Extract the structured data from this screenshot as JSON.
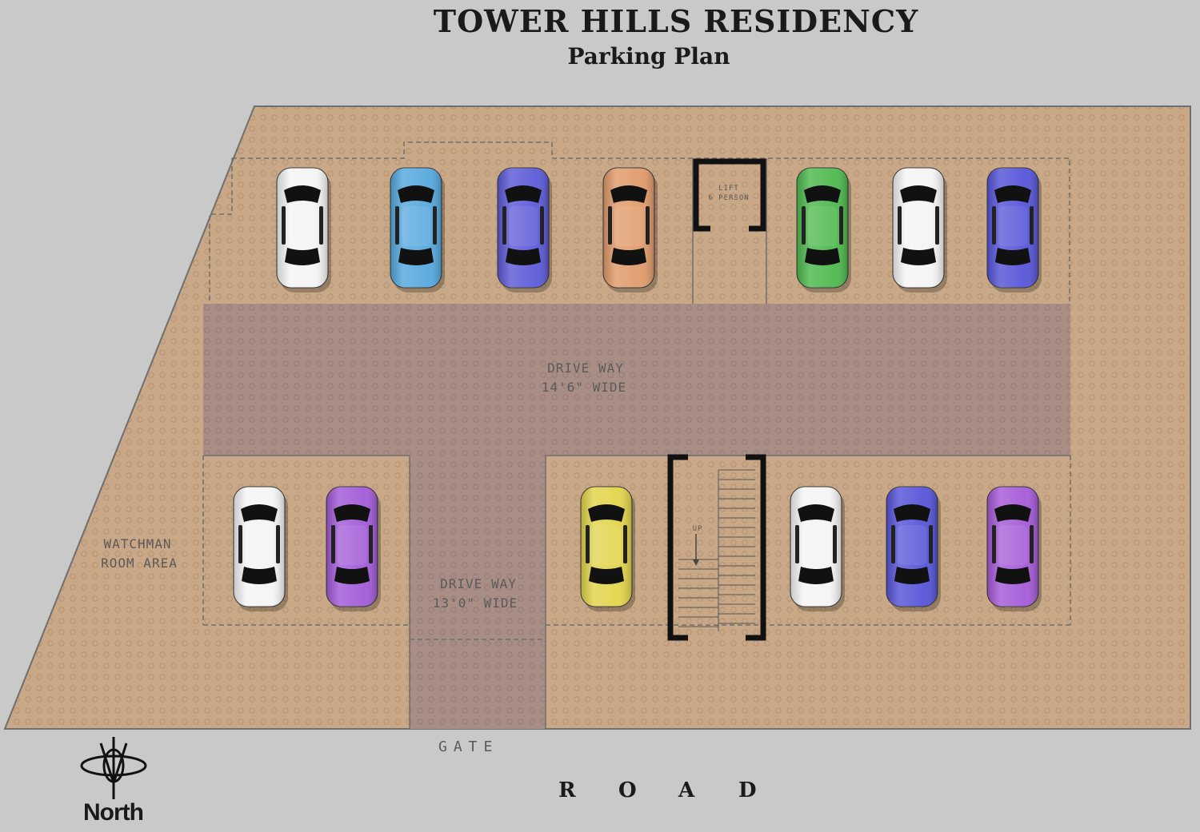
{
  "title": "TOWER HILLS RESIDENCY",
  "subtitle": "Parking Plan",
  "labels": {
    "driveway_main_1": "DRIVE WAY",
    "driveway_main_2": "14'6\" WIDE",
    "driveway_entry_1": "DRIVE WAY",
    "driveway_entry_2": "13'0\" WIDE",
    "watchman_1": "WATCHMAN",
    "watchman_2": "ROOM AREA",
    "lift_1": "LIFT",
    "lift_2": "6 PERSON",
    "stair_up": "UP",
    "gate": "GATE",
    "road_letters": [
      "R",
      "O",
      "A",
      "D"
    ],
    "north": "North"
  },
  "colors": {
    "background": "#c9c9c9",
    "parking_area": "#c8a886",
    "driveway": "#a98e86",
    "outline": "#6f6f6f"
  },
  "cars_top": [
    {
      "color": "#f4f4f4"
    },
    {
      "color": "#55a8de"
    },
    {
      "color": "#5c5ad8"
    },
    {
      "color": "#e09a6a"
    },
    {
      "color": "#4db84d"
    },
    {
      "color": "#f4f4f4"
    },
    {
      "color": "#5554d8"
    }
  ],
  "cars_bottom": [
    {
      "color": "#f4f4f4"
    },
    {
      "color": "#a25ad8"
    },
    {
      "color": "#e2d44a"
    },
    {
      "color": "#f4f4f4"
    },
    {
      "color": "#5554d8"
    },
    {
      "color": "#a55ad8"
    }
  ]
}
